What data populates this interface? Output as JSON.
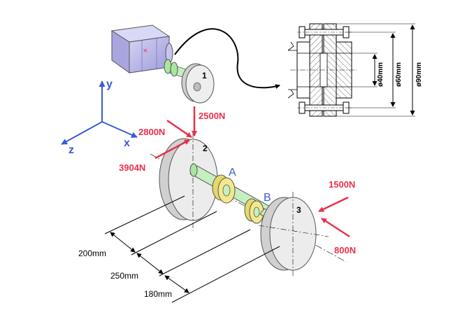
{
  "colors": {
    "force": "#e8304a",
    "axis": "#3a5bd9",
    "point": "#3a5bd9",
    "shaft": "#c6efc0",
    "bearing": "#f3e88f",
    "disk": "#e9e9e9",
    "motor": "#b9b6ea",
    "ink": "#000000"
  },
  "axes": {
    "x": "x",
    "y": "y",
    "z": "z"
  },
  "forces": {
    "f2500": "2500N",
    "f2800": "2800N",
    "f3904": "3904N",
    "f1500": "1500N",
    "f800": "800N"
  },
  "points": {
    "a": "A",
    "b": "B"
  },
  "pulleys": {
    "p1": "1",
    "p2": "2",
    "p3": "3"
  },
  "dimensions": {
    "d1": "200mm",
    "d2": "250mm",
    "d3": "180mm"
  },
  "coupling": {
    "d40": "ø40mm",
    "d60": "ø60mm",
    "d90": "ø90mm"
  }
}
